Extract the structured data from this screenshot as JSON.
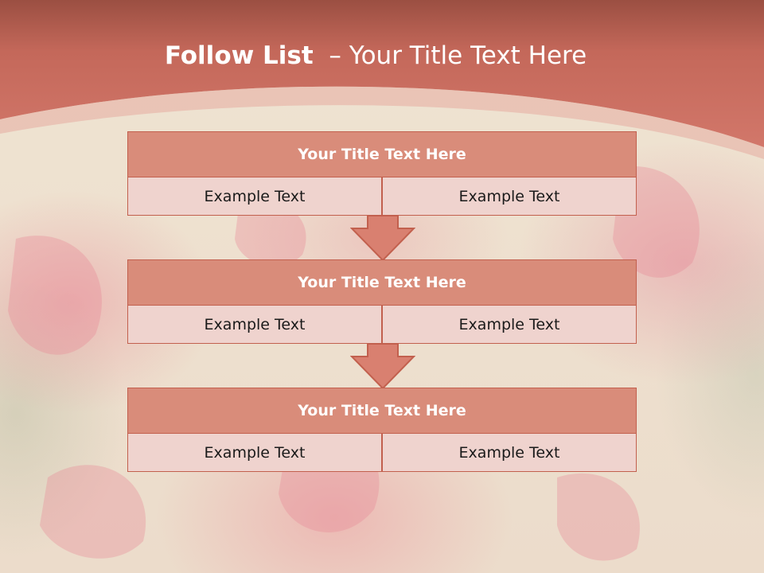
{
  "title": {
    "bold": "Follow List",
    "rest": "  – Your Title Text Here"
  },
  "steps": [
    {
      "title": "Your Title Text Here",
      "left": "Example Text",
      "right": "Example Text"
    },
    {
      "title": "Your Title Text Here",
      "left": "Example Text",
      "right": "Example Text"
    },
    {
      "title": "Your Title Text Here",
      "left": "Example Text",
      "right": "Example Text"
    }
  ],
  "colors": {
    "header_band": "#cd6f5c",
    "box_title_fill": "#d98c7a",
    "box_cell_fill": "#efd3ce",
    "border": "#c2604e",
    "arrow_fill": "#d98070"
  }
}
